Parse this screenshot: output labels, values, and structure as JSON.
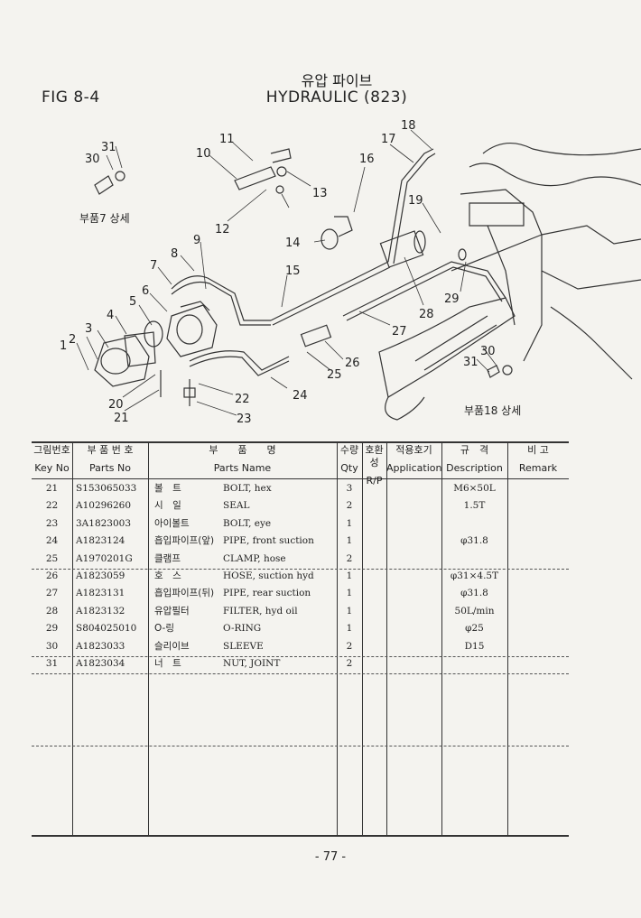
{
  "figure": {
    "fig_label": "FIG 8-4",
    "title_korean": "유압 파이브",
    "title_english": "HYDRAULIC (823)"
  },
  "diagram": {
    "callouts": [
      "1",
      "2",
      "3",
      "4",
      "5",
      "6",
      "7",
      "8",
      "9",
      "10",
      "11",
      "12",
      "13",
      "14",
      "15",
      "16",
      "17",
      "18",
      "19",
      "20",
      "21",
      "22",
      "23",
      "24",
      "25",
      "26",
      "27",
      "28",
      "29",
      "30",
      "31"
    ],
    "inset_a": {
      "label": "부품7 상세",
      "callouts": [
        "30",
        "31"
      ]
    },
    "inset_b": {
      "label": "부품18 상세",
      "callouts": [
        "30",
        "31"
      ]
    }
  },
  "table": {
    "headers": [
      {
        "ko": "그림번호",
        "en": "Key No"
      },
      {
        "ko": "부 품 번 호",
        "en": "Parts No"
      },
      {
        "ko": "부　　품　　명",
        "en": "Parts Name"
      },
      {
        "ko": "수량",
        "en": "Qty"
      },
      {
        "ko": "호환성",
        "en": "R/P"
      },
      {
        "ko": "적용호기",
        "en": "Application"
      },
      {
        "ko": "규　격",
        "en": "Description"
      },
      {
        "ko": "비 고",
        "en": "Remark"
      }
    ],
    "rows": [
      {
        "key": "21",
        "part_no": "S153065033",
        "name_ko": "볼　트",
        "name_en": "BOLT, hex",
        "qty": "3",
        "desc": "M6×50L"
      },
      {
        "key": "22",
        "part_no": "A10296260",
        "name_ko": "시　일",
        "name_en": "SEAL",
        "qty": "2",
        "desc": "1.5T"
      },
      {
        "key": "23",
        "part_no": "3A1823003",
        "name_ko": "아이볼트",
        "name_en": "BOLT, eye",
        "qty": "1",
        "desc": ""
      },
      {
        "key": "24",
        "part_no": "A1823124",
        "name_ko": "흡입파이프(앞)",
        "name_en": "PIPE, front suction",
        "qty": "1",
        "desc": "φ31.8"
      },
      {
        "key": "25",
        "part_no": "A1970201G",
        "name_ko": "클램프",
        "name_en": "CLAMP, hose",
        "qty": "2",
        "desc": ""
      },
      {
        "key": "26",
        "part_no": "A1823059",
        "name_ko": "호　스",
        "name_en": "HOSE, suction hyd",
        "qty": "1",
        "desc": "φ31×4.5T"
      },
      {
        "key": "27",
        "part_no": "A1823131",
        "name_ko": "흡입파이프(뒤)",
        "name_en": "PIPE, rear suction",
        "qty": "1",
        "desc": "φ31.8"
      },
      {
        "key": "28",
        "part_no": "A1823132",
        "name_ko": "유압필터",
        "name_en": "FILTER, hyd oil",
        "qty": "1",
        "desc": "50L/min"
      },
      {
        "key": "29",
        "part_no": "S804025010",
        "name_ko": "O-링",
        "name_en": "O-RING",
        "qty": "1",
        "desc": "φ25"
      },
      {
        "key": "30",
        "part_no": "A1823033",
        "name_ko": "슬리이브",
        "name_en": "SLEEVE",
        "qty": "2",
        "desc": "D15"
      },
      {
        "key": "31",
        "part_no": "A1823034",
        "name_ko": "너　트",
        "name_en": "NUT, JOINT",
        "qty": "2",
        "desc": ""
      }
    ]
  },
  "page_number": "- 77 -"
}
